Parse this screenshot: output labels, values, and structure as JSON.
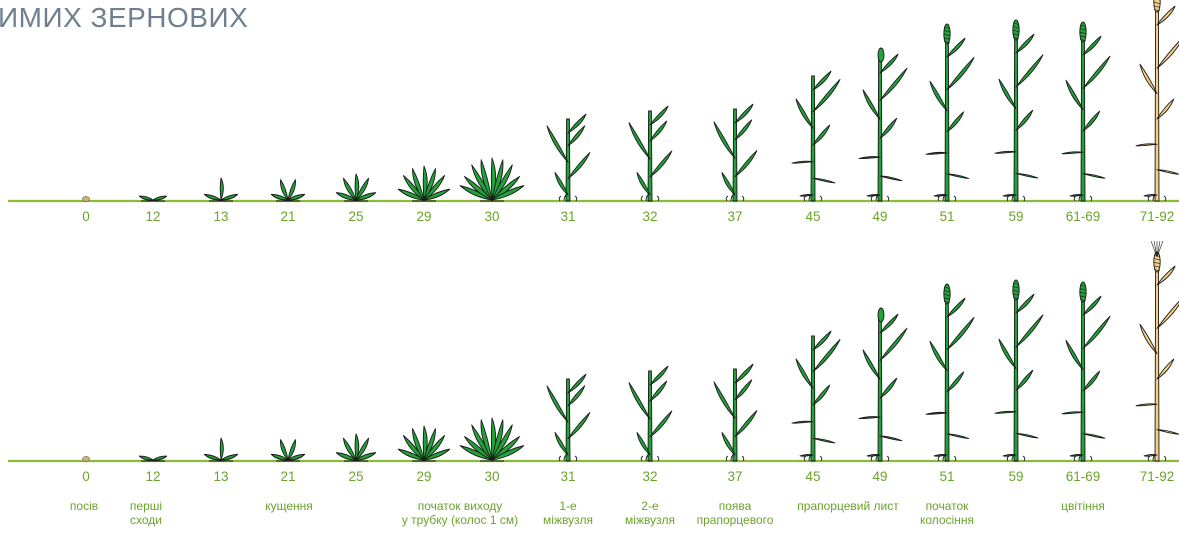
{
  "title": "ИМИХ ЗЕРНОВИХ",
  "colors": {
    "ground": "#8dba3a",
    "leaf_green": "#22a33a",
    "leaf_outline": "#1a1a1a",
    "mature_straw": "#f5d084",
    "label_green": "#6aa42a",
    "title_grey": "#6f7f90",
    "seed": "#c8b47a"
  },
  "top_row": {
    "stages": [
      "0",
      "12",
      "13",
      "21",
      "25",
      "29",
      "30",
      "31",
      "32",
      "37",
      "45",
      "49",
      "51",
      "59",
      "61-69",
      "71-92"
    ]
  },
  "bottom_row": {
    "stages": [
      "0",
      "12",
      "13",
      "21",
      "25",
      "29",
      "30",
      "31",
      "32",
      "37",
      "45",
      "49",
      "51",
      "59",
      "61-69",
      "71-92"
    ],
    "captions": [
      {
        "lines": [
          "посів"
        ]
      },
      {
        "lines": [
          "перші",
          "сходи"
        ]
      },
      {
        "lines": [
          "кущення"
        ]
      },
      {
        "lines": [
          "початок виходу",
          "у трубку (колос 1 см)"
        ]
      },
      {
        "lines": [
          "1-е",
          "міжвузля"
        ]
      },
      {
        "lines": [
          "2-е",
          "міжвузля"
        ]
      },
      {
        "lines": [
          "поява",
          "прапорцевого"
        ]
      },
      {
        "lines": [
          "прапорцевий лист"
        ]
      },
      {
        "lines": [
          "початок",
          "колосіння"
        ]
      },
      {
        "lines": [
          "цвітіння"
        ]
      }
    ]
  }
}
